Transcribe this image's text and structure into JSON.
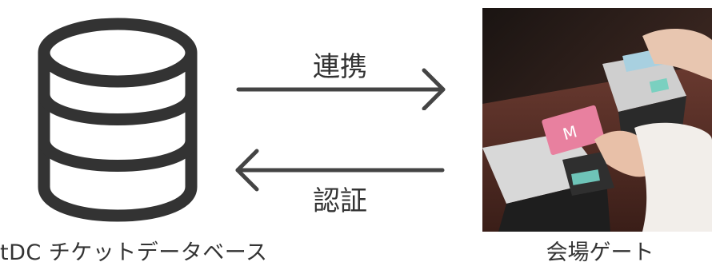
{
  "database": {
    "label": "tDC チケットデータベース",
    "icon": "database-icon",
    "stroke_color": "#333333"
  },
  "arrows": {
    "to_gate_label": "連携",
    "to_database_label": "認証",
    "arrow_color": "#444444"
  },
  "gate": {
    "label": "会場ゲート",
    "card_color": "#e8809f",
    "card_text": "M"
  }
}
